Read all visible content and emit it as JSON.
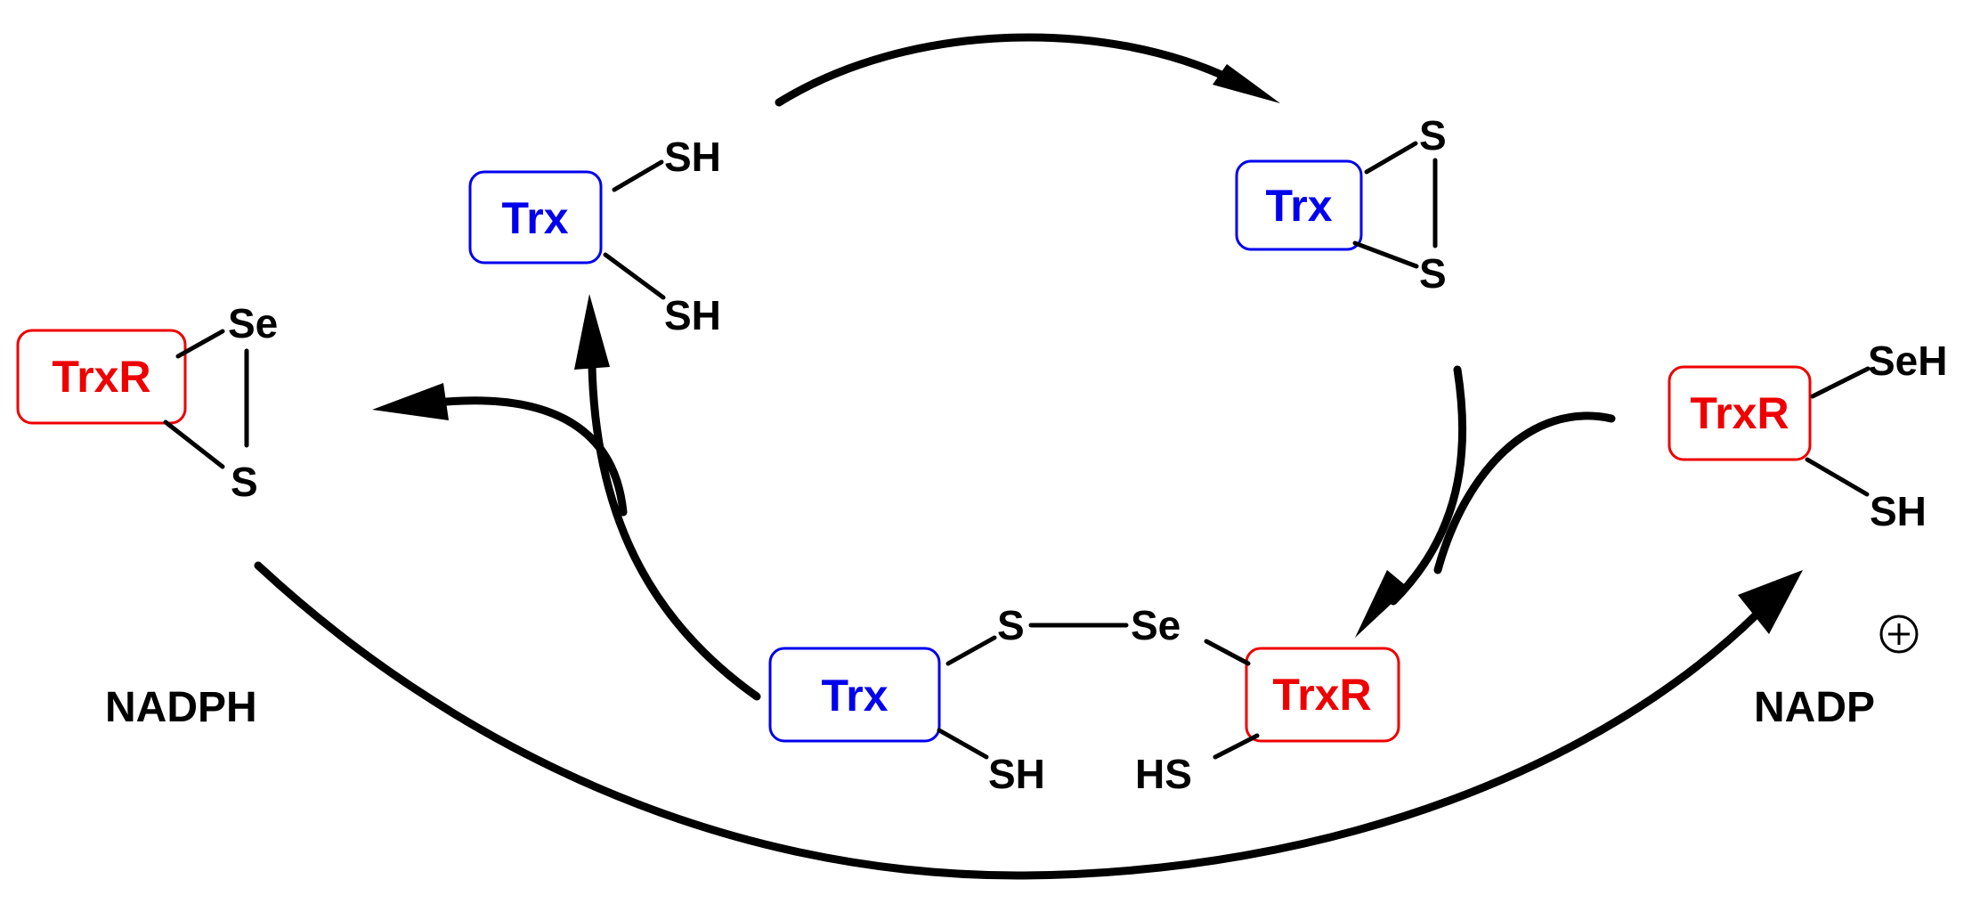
{
  "colors": {
    "trx": "#0000ee",
    "trxr": "#ee0000",
    "ink": "#000000"
  },
  "labels": {
    "trx": "Trx",
    "trxr": "TrxR",
    "sh": "SH",
    "hs": "HS",
    "s": "S",
    "se": "Se",
    "seh": "SeH",
    "nadph": "NADPH",
    "nadp": "NADP",
    "charge": "+"
  }
}
